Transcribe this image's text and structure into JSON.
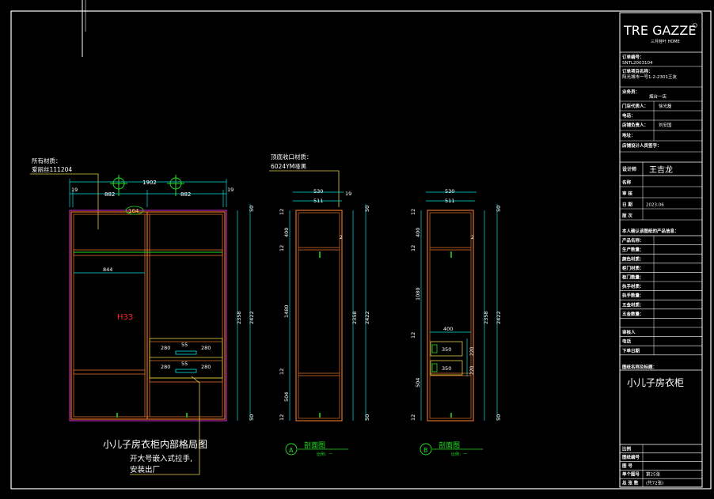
{
  "brand": {
    "logo_text": "TRE GAZZE",
    "logo_sub": "三月桂叶 HOME"
  },
  "title_block": {
    "rows_top": [
      {
        "label": "订单编号：",
        "value": "SNTL2003104"
      },
      {
        "label": "订单项目名称：",
        "value": "阳光城市一号1-2-2301王友"
      },
      {
        "label": "业务员：",
        "value": "烟台一店"
      },
      {
        "label": "门店代表人：",
        "value": "徐光磊"
      },
      {
        "label": "电话：",
        "value": ""
      },
      {
        "label": "店铺负责人：",
        "value": "刘安国"
      },
      {
        "label": "地址：",
        "value": ""
      },
      {
        "label": "店铺设计人员签字：",
        "value": ""
      }
    ],
    "designer_label": "设计师",
    "designer_value": "王吉龙",
    "rows_mid": [
      {
        "label": "名称",
        "value": ""
      },
      {
        "label": "审 核",
        "value": ""
      },
      {
        "label": "日 期",
        "value": "2023.06"
      },
      {
        "label": "版 次",
        "value": ""
      }
    ],
    "product_header": "本人确认该图纸的产品信息：",
    "product_rows": [
      "产品名称：",
      "生产数量：",
      "颜色材质：",
      "柜门材质：",
      "柜门数量：",
      "执手材质：",
      "执手数量：",
      "五金材质：",
      "五金数量：",
      "",
      "审核人",
      "电话",
      "下单日期"
    ],
    "drawing_name_label": "图纸名称及标题：",
    "drawing_name": "小儿子房衣柜",
    "rows_bottom": [
      {
        "label": "比例",
        "value": ""
      },
      {
        "label": "图纸编号",
        "value": ""
      },
      {
        "label": "图 号",
        "value": ""
      },
      {
        "label": "单个图号",
        "value": "第25张"
      },
      {
        "label": "总 张 数",
        "value": "(共72张)"
      }
    ]
  },
  "front_view": {
    "material_label": "所有材质：",
    "material_value": "爱丽丝111204",
    "dim_top_total": "1902",
    "dim_left_bay": "882",
    "dim_right_bay": "882",
    "dim_side_left": "19",
    "dim_side_right": "19",
    "dim_inner_width": "844",
    "top_tag": "164",
    "marker": "H33",
    "drawer_dims": [
      "280",
      "55",
      "280",
      "280",
      "55",
      "280"
    ],
    "dim_height_a": "2358",
    "dim_height_b": "2422",
    "dim_top_small": "50",
    "dim_bottom_small": "50",
    "caption": "小儿子房衣柜内部格局图",
    "note_line1": "开大号嵌入式拉手,",
    "note_line2": "安装出厂"
  },
  "section_a": {
    "material_label": "顶底收口材质：",
    "material_value": "6024YM哑黑",
    "dim_outer": "530",
    "dim_inner": "511",
    "dim_side": "19",
    "dims_left": [
      "12",
      "400",
      "12",
      "1480",
      "12",
      "504",
      "12"
    ],
    "dim_small_right": "2",
    "dim_height_a": "2358",
    "dim_height_b": "2422",
    "dim_top_small": "50",
    "dim_bottom_small": "50",
    "label_letter": "A",
    "label_text": "剖面图",
    "label_scale": "比例：一"
  },
  "section_b": {
    "dim_outer": "530",
    "dim_inner": "511",
    "dims_left": [
      "12",
      "400",
      "12",
      "1080",
      "12",
      "504",
      "12"
    ],
    "dim_drawer_w": "400",
    "drawer_dims": [
      "350",
      "350"
    ],
    "drawer_side": [
      "220",
      "220"
    ],
    "dim_small_right": "2",
    "dim_height_a": "2358",
    "dim_height_b": "2422",
    "dim_top_small": "50",
    "dim_bottom_small": "50",
    "label_letter": "B",
    "label_text": "剖面图",
    "label_scale": "比例：一"
  },
  "colors": {
    "cabinet": "#e0702a",
    "inner": "#d0c050",
    "dim": "#00e0e0",
    "annot": "#ffffff",
    "green": "#20e020",
    "magenta": "#e030d0",
    "red": "#ff2020",
    "frame": "#ffffff"
  }
}
